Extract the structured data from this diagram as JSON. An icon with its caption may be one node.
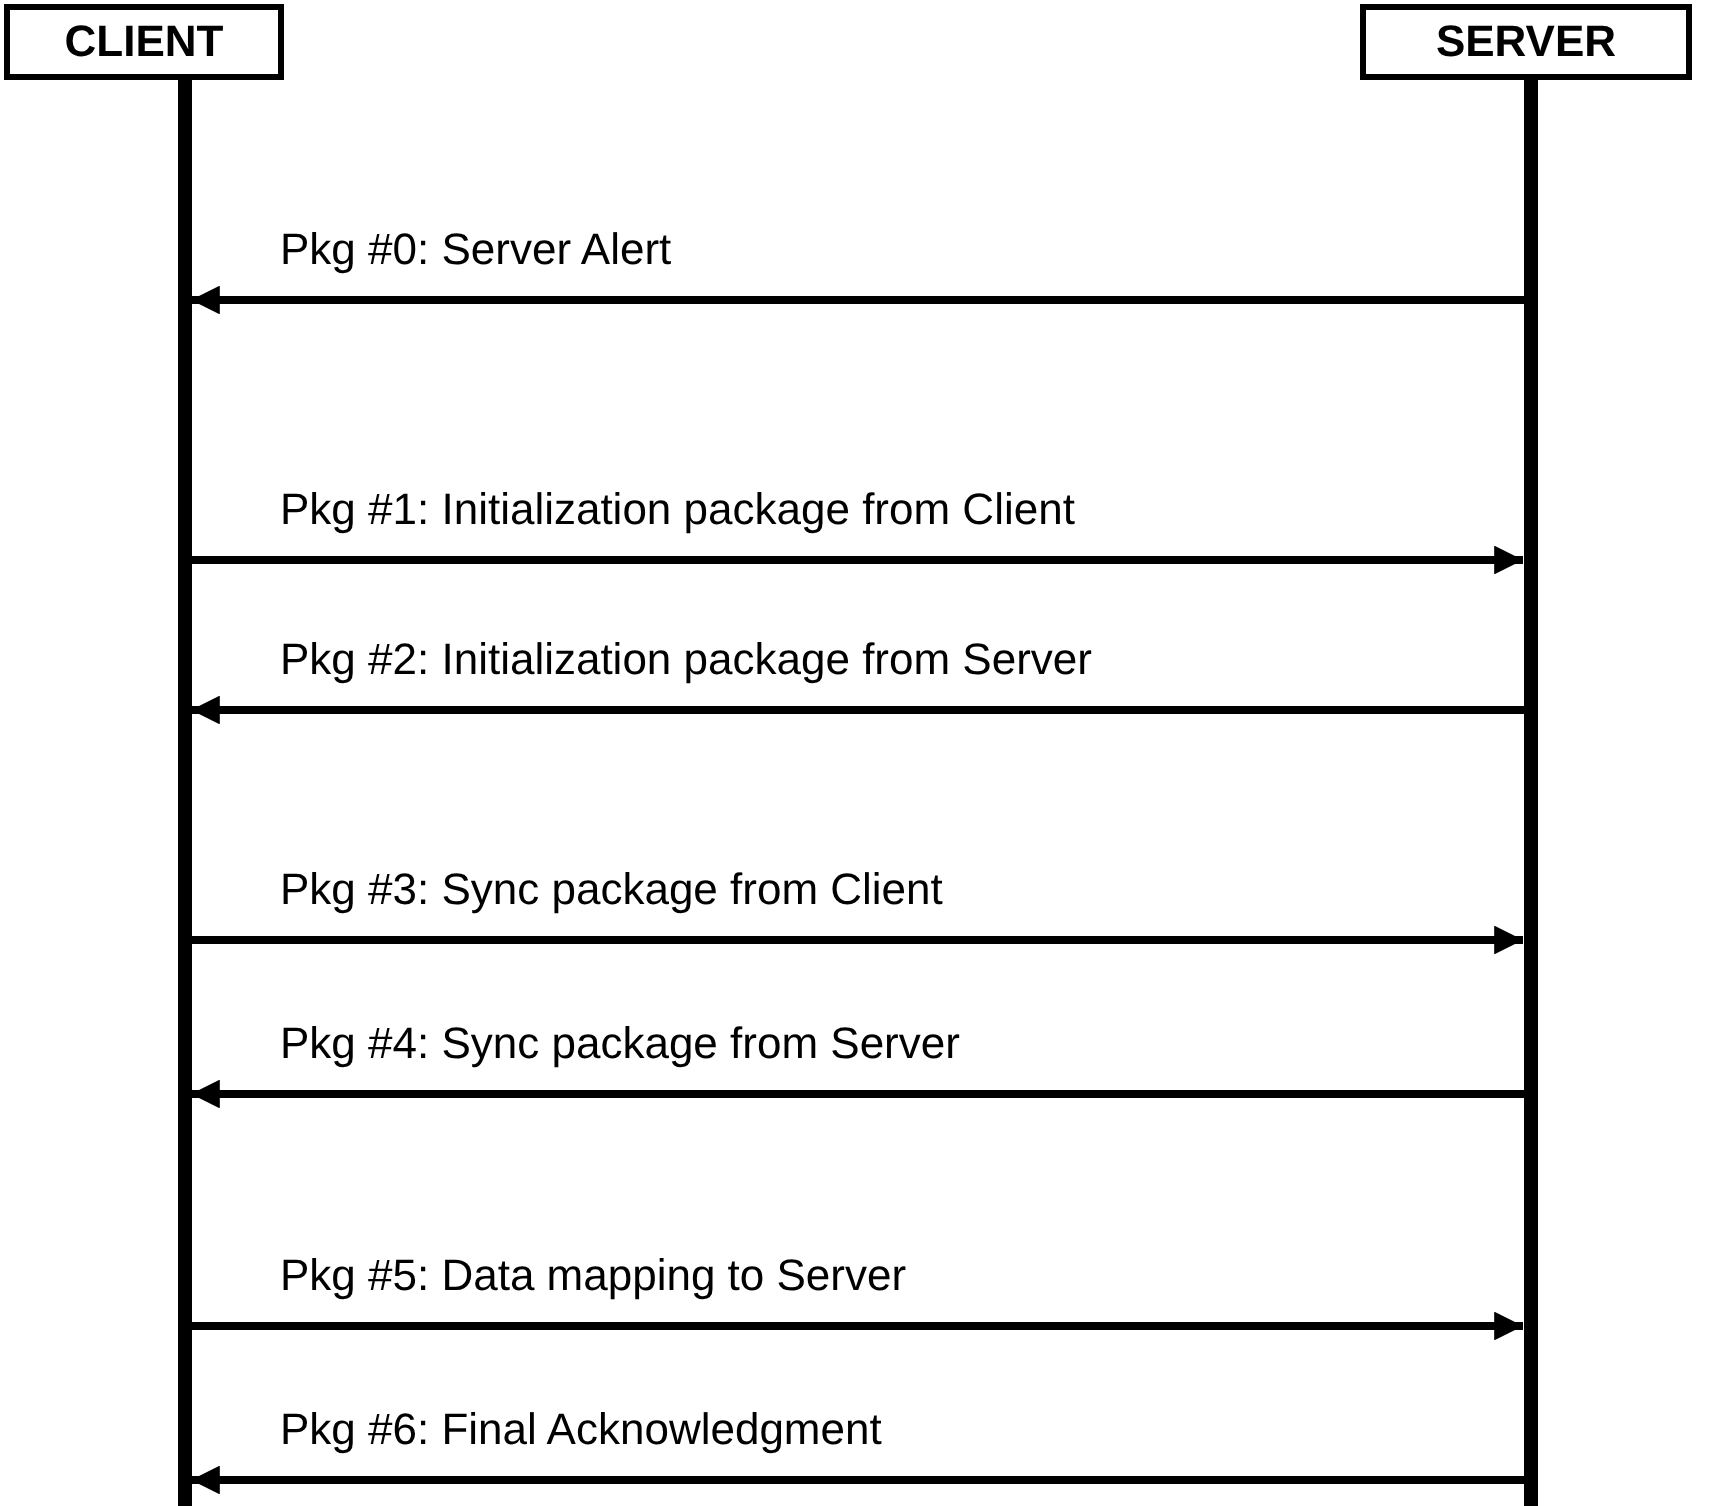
{
  "diagram": {
    "nodes": [
      {
        "text": [
          "CLIENT"
        ]
      },
      {
        "text": [
          "SERVER"
        ]
      }
    ],
    "edges": [
      {
        "from": 1,
        "to": 0,
        "arrow": "to",
        "label": "Pkg #0: Server Alert"
      },
      {
        "from": 0,
        "to": 1,
        "arrow": "to",
        "label": "Pkg #1: Initialization package from Client"
      },
      {
        "from": 1,
        "to": 0,
        "arrow": "to",
        "label": "Pkg #2: Initialization package from Server"
      },
      {
        "from": 0,
        "to": 1,
        "arrow": "to",
        "label": "Pkg #3: Sync package from Client"
      },
      {
        "from": 1,
        "to": 0,
        "arrow": "to",
        "label": "Pkg #4: Sync package from Server"
      },
      {
        "from": 0,
        "to": 1,
        "arrow": "to",
        "label": "Pkg #5: Data mapping to Server"
      },
      {
        "from": 1,
        "to": 0,
        "arrow": "to",
        "label": "Pkg #6: Final Acknowledgment"
      }
    ]
  }
}
